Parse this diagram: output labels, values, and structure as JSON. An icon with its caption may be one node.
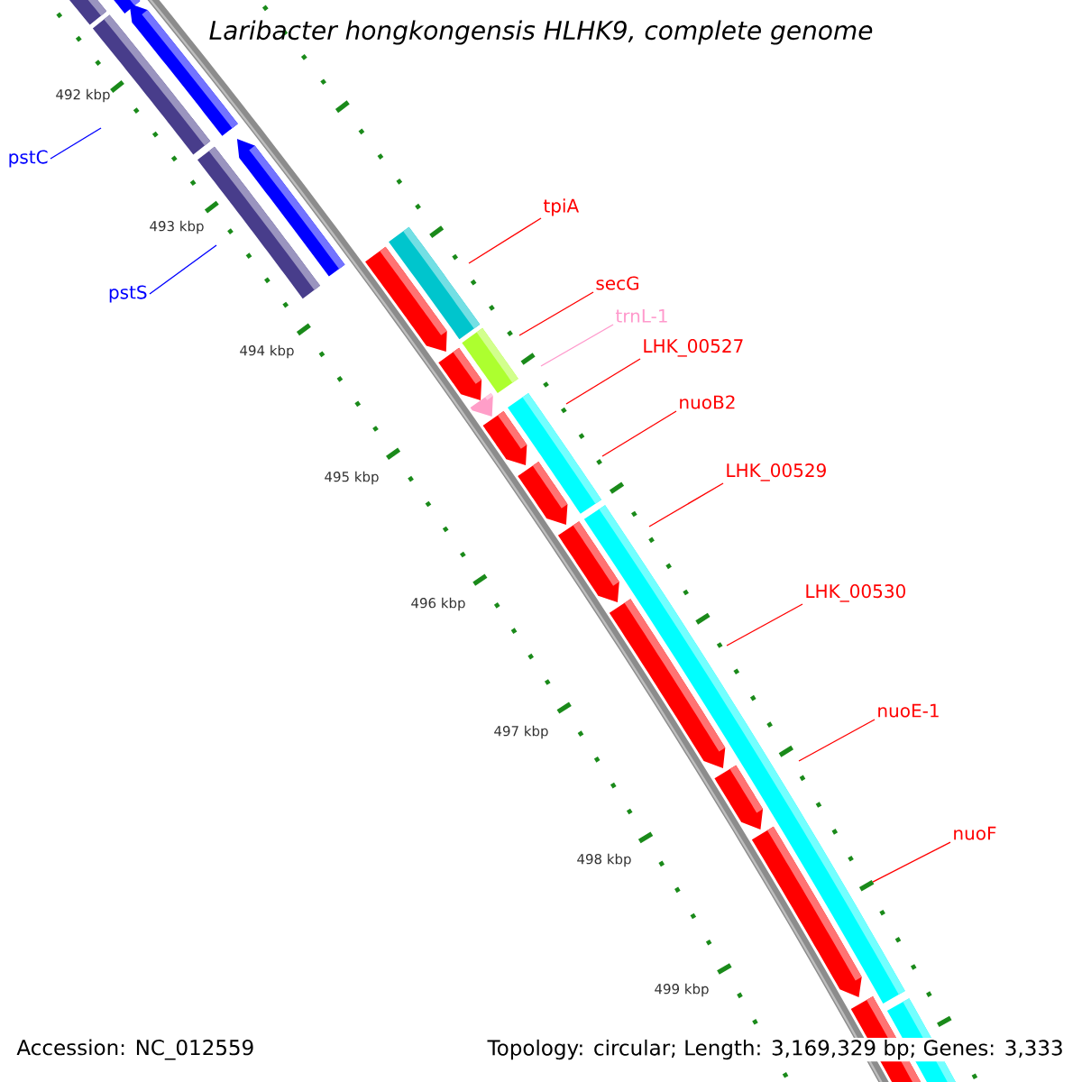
{
  "diagram": {
    "title": "Laribacter hongkongensis HLHK9, complete genome",
    "nodes": [
      {
        "text": [
          "pstC"
        ]
      },
      {
        "text": [
          "pstS"
        ]
      },
      {
        "text": [
          "tpiA"
        ]
      },
      {
        "text": [
          "secG"
        ]
      },
      {
        "text": [
          "trnL-1"
        ]
      },
      {
        "text": [
          "LHK_00527"
        ]
      },
      {
        "text": [
          "nuoB2"
        ]
      },
      {
        "text": [
          "LHK_00529"
        ]
      },
      {
        "text": [
          "LHK_00530"
        ]
      },
      {
        "text": [
          "nuoE-1"
        ]
      },
      {
        "text": [
          "nuoF"
        ]
      }
    ],
    "edges": [
      {
        "from": 0,
        "to": null,
        "arrow": "none",
        "color": "#0000ff"
      },
      {
        "from": 1,
        "to": null,
        "arrow": "none",
        "color": "#0000ff"
      },
      {
        "from": 2,
        "to": null,
        "arrow": "none"
      },
      {
        "from": 3,
        "to": null,
        "arrow": "none"
      },
      {
        "from": 4,
        "to": null,
        "arrow": "none",
        "color": "#ff99cc"
      },
      {
        "from": 5,
        "to": null,
        "arrow": "none"
      },
      {
        "from": 6,
        "to": null,
        "arrow": "none"
      },
      {
        "from": 7,
        "to": null,
        "arrow": "none"
      },
      {
        "from": 8,
        "to": null,
        "arrow": "none"
      },
      {
        "from": 9,
        "to": null,
        "arrow": "none"
      },
      {
        "from": 10,
        "to": null,
        "arrow": "none"
      }
    ],
    "labels": [
      "492 kbp",
      "493 kbp",
      "494 kbp",
      "495 kbp",
      "496 kbp",
      "497 kbp",
      "498 kbp",
      "499 kbp",
      "Accession: NC_012559",
      "Topology: circular; Length: 3,169,329 bp; Genes: 3,333"
    ]
  }
}
